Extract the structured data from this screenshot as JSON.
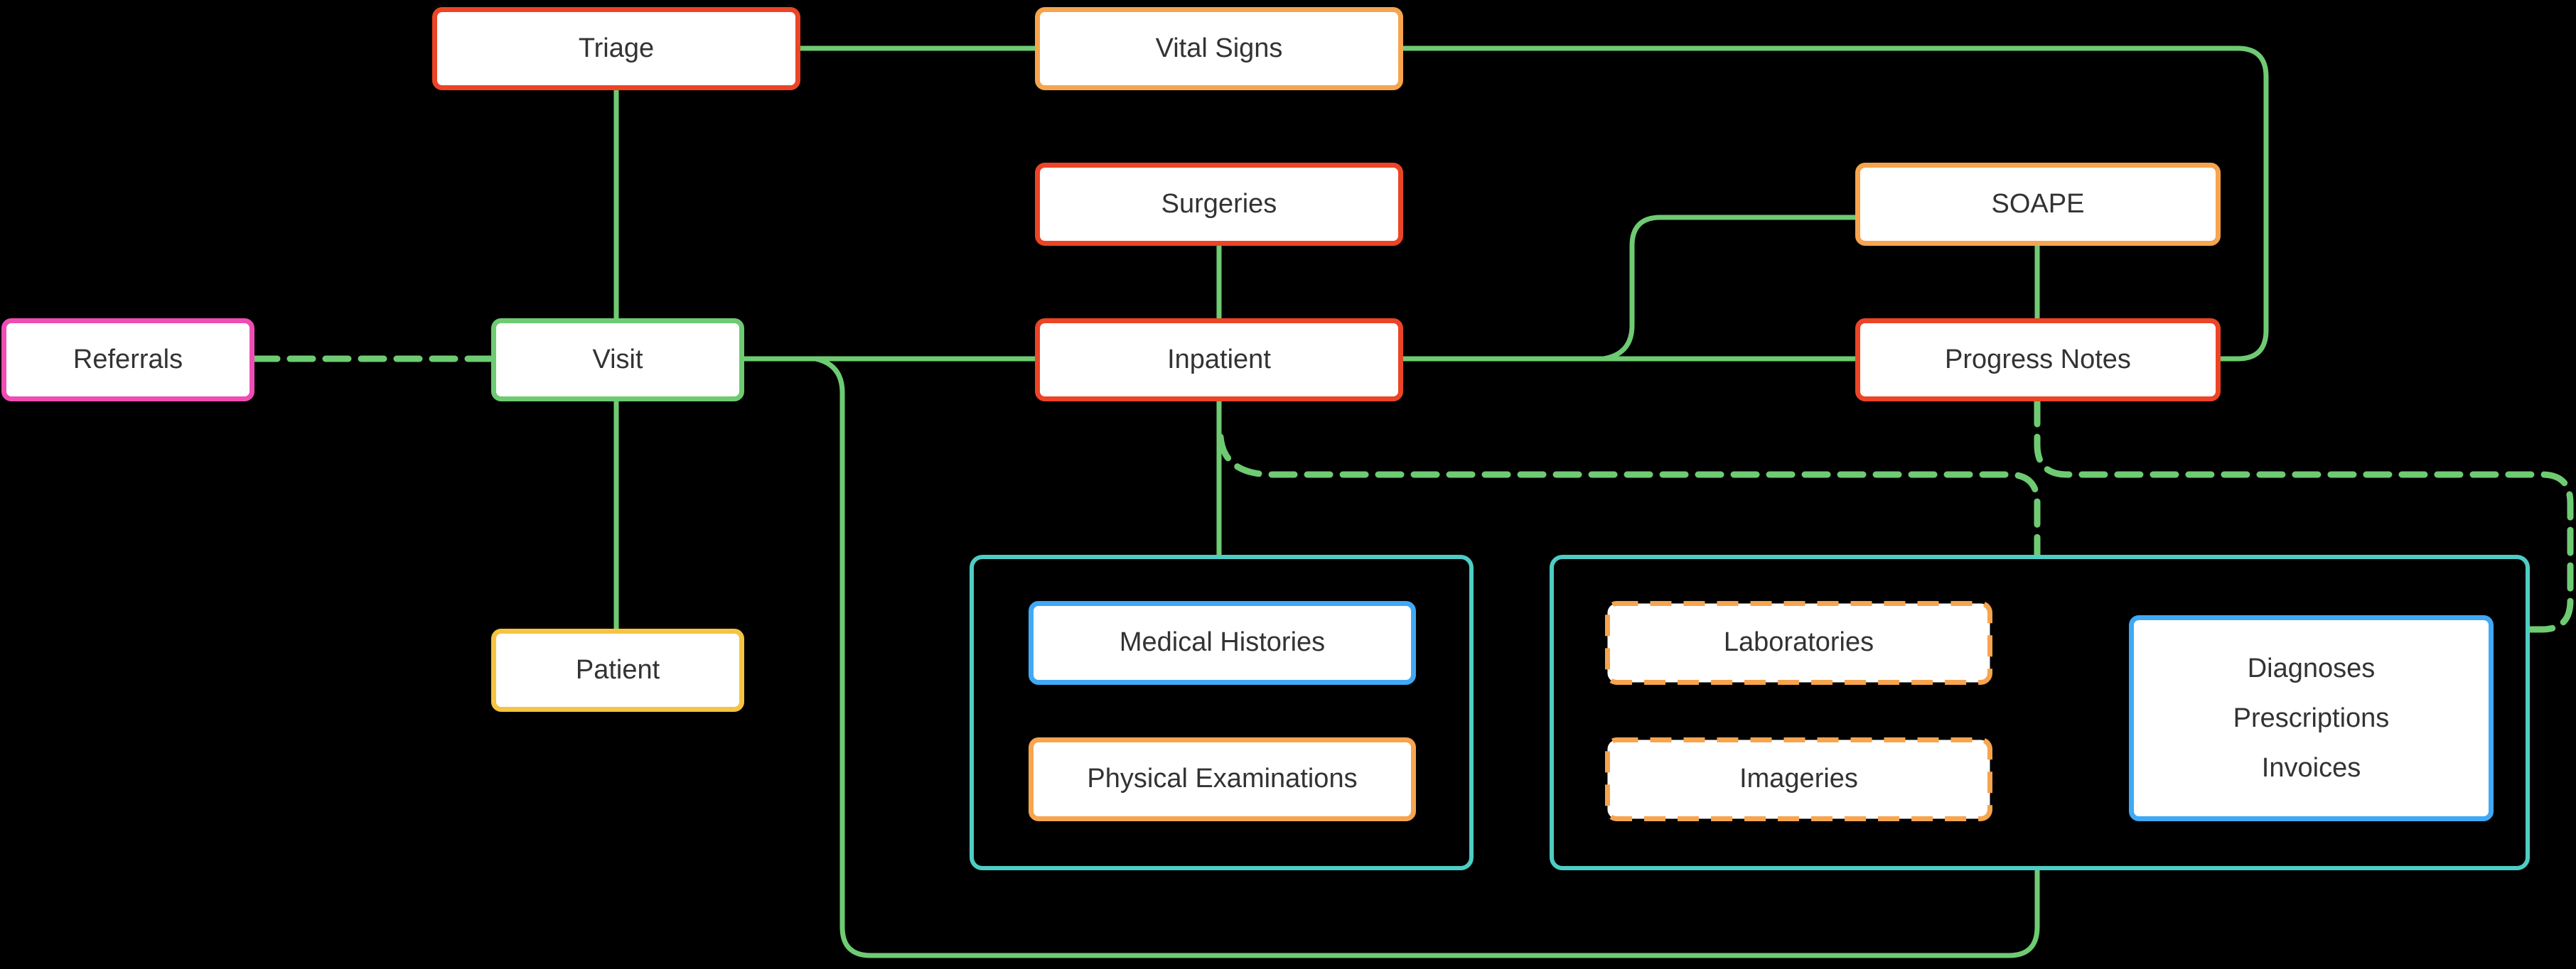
{
  "diagram": {
    "background": "#000000",
    "palette": {
      "red": "#ec4426",
      "orange": "#f6a44e",
      "pink": "#ee4db4",
      "green": "#6ecb72",
      "yellow": "#f5c542",
      "blue": "#40a9f5",
      "teal": "#4ecdc4",
      "node_fill": "#ffffff",
      "label_color": "#333333"
    },
    "nodes": {
      "triage": {
        "label": "Triage",
        "border_color": "red",
        "border_style": "solid"
      },
      "vital_signs": {
        "label": "Vital Signs",
        "border_color": "orange",
        "border_style": "solid"
      },
      "surgeries": {
        "label": "Surgeries",
        "border_color": "red",
        "border_style": "solid"
      },
      "soape": {
        "label": "SOAPE",
        "border_color": "orange",
        "border_style": "solid"
      },
      "referrals": {
        "label": "Referrals",
        "border_color": "pink",
        "border_style": "solid"
      },
      "visit": {
        "label": "Visit",
        "border_color": "green",
        "border_style": "solid"
      },
      "inpatient": {
        "label": "Inpatient",
        "border_color": "red",
        "border_style": "solid"
      },
      "progress_notes": {
        "label": "Progress Notes",
        "border_color": "red",
        "border_style": "solid"
      },
      "patient": {
        "label": "Patient",
        "border_color": "yellow",
        "border_style": "solid"
      },
      "medical_histories": {
        "label": "Medical Histories",
        "border_color": "blue",
        "border_style": "solid"
      },
      "physical_examinations": {
        "label": "Physical Examinations",
        "border_color": "orange",
        "border_style": "solid"
      },
      "laboratories": {
        "label": "Laboratories",
        "border_color": "orange",
        "border_style": "dashed"
      },
      "imageries": {
        "label": "Imageries",
        "border_color": "orange",
        "border_style": "dashed"
      },
      "diagnoses_prescriptions_invoices": {
        "lines": [
          "Diagnoses",
          "Prescriptions",
          "Invoices"
        ],
        "border_color": "blue",
        "border_style": "solid"
      }
    },
    "groups": {
      "examinations_group": {
        "children": [
          "medical_histories",
          "physical_examinations"
        ],
        "border_color": "teal"
      },
      "records_group": {
        "children": [
          "laboratories",
          "imageries",
          "diagnoses_prescriptions_invoices"
        ],
        "border_color": "teal"
      }
    },
    "edges": [
      {
        "from": "triage",
        "to": "visit",
        "style": "solid"
      },
      {
        "from": "triage",
        "to": "vital_signs",
        "style": "solid"
      },
      {
        "from": "vital_signs",
        "to": "progress_notes",
        "style": "solid"
      },
      {
        "from": "referrals",
        "to": "visit",
        "style": "dashed"
      },
      {
        "from": "visit",
        "to": "patient",
        "style": "solid"
      },
      {
        "from": "visit",
        "to": "inpatient",
        "style": "solid"
      },
      {
        "from": "visit",
        "to": "records_group",
        "style": "solid"
      },
      {
        "from": "surgeries",
        "to": "inpatient",
        "style": "solid"
      },
      {
        "from": "inpatient",
        "to": "soape",
        "style": "solid"
      },
      {
        "from": "inpatient",
        "to": "progress_notes",
        "style": "solid"
      },
      {
        "from": "soape",
        "to": "progress_notes",
        "style": "solid"
      },
      {
        "from": "inpatient",
        "to": "examinations_group",
        "style": "solid"
      },
      {
        "from": "inpatient",
        "to": "records_group",
        "style": "dashed"
      },
      {
        "from": "progress_notes",
        "to": "records_group",
        "style": "dashed"
      }
    ]
  }
}
